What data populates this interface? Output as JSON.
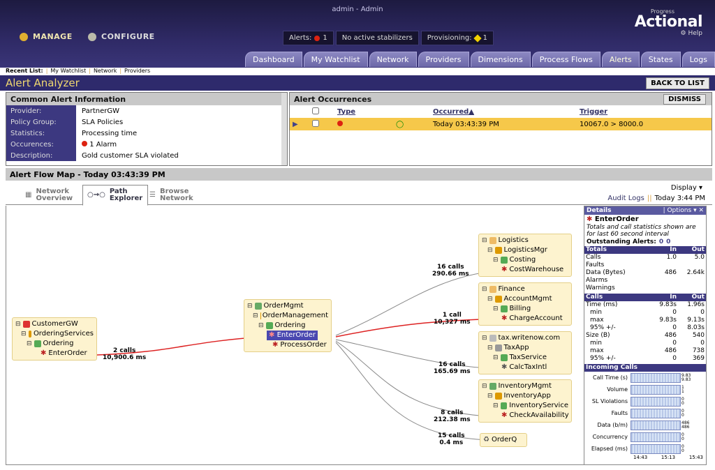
{
  "header": {
    "user": "admin - Admin",
    "manage": "MANAGE",
    "configure": "CONFIGURE",
    "alerts_label": "Alerts:",
    "alerts_count": "1",
    "stabilizers": "No active stabilizers",
    "provisioning_label": "Provisioning:",
    "provisioning_count": "1",
    "logo_small": "Progress",
    "logo": "Actional",
    "help": "Help"
  },
  "tabs": [
    "Dashboard",
    "My Watchlist",
    "Network",
    "Providers",
    "Dimensions",
    "Process Flows",
    "Alerts",
    "States",
    "Logs"
  ],
  "recent": {
    "label": "Recent List:",
    "items": [
      "My Watchlist",
      "Network",
      "Providers"
    ]
  },
  "page": {
    "title": "Alert Analyzer",
    "back": "BACK TO LIST"
  },
  "common": {
    "title": "Common Alert Information",
    "rows": [
      {
        "k": "Provider:",
        "v": "PartnerGW"
      },
      {
        "k": "Policy Group:",
        "v": "SLA Policies"
      },
      {
        "k": "Statistics:",
        "v": "Processing time"
      },
      {
        "k": "Occurences:",
        "v": "1 Alarm"
      },
      {
        "k": "Description:",
        "v": "Gold customer SLA violated"
      }
    ]
  },
  "occ": {
    "title": "Alert Occurrences",
    "dismiss": "DISMISS",
    "cols": [
      "Type",
      "Occurred",
      "Trigger"
    ],
    "row": {
      "occurred": "Today 03:43:39 PM",
      "trigger": "10067.0 > 8000.0"
    }
  },
  "flow": {
    "title": "Alert Flow Map - Today 03:43:39 PM",
    "views": [
      "Network Overview",
      "Path Explorer",
      "Browse Network"
    ],
    "display": "Display",
    "audit": "Audit Logs",
    "time": "Today 3:44 PM"
  },
  "nodes": {
    "cgw": [
      "CustomerGW",
      "OrderingServices",
      "Ordering",
      "EnterOrder"
    ],
    "om": [
      "OrderMgmt",
      "OrderManagement",
      "Ordering",
      "EnterOrder",
      "ProcessOrder"
    ],
    "log": [
      "Logistics",
      "LogisticsMgr",
      "Costing",
      "CostWarehouse"
    ],
    "fin": [
      "Finance",
      "AccountMgmt",
      "Billing",
      "ChargeAccount"
    ],
    "tax": [
      "tax.writenow.com",
      "TaxApp",
      "TaxService",
      "CalcTaxIntl"
    ],
    "inv": [
      "InventoryMgmt",
      "InventoryApp",
      "InventoryService",
      "CheckAvailability"
    ],
    "oq": [
      "OrderQ"
    ]
  },
  "edges": [
    {
      "c": "2 calls",
      "t": "10,900.6 ms"
    },
    {
      "c": "16 calls",
      "t": "290.66 ms"
    },
    {
      "c": "1 call",
      "t": "10,327 ms"
    },
    {
      "c": "16 calls",
      "t": "165.69 ms"
    },
    {
      "c": "8 calls",
      "t": "212.38 ms"
    },
    {
      "c": "15 calls",
      "t": "0.4 ms"
    }
  ],
  "details": {
    "title": "Details",
    "options": "Options",
    "name": "EnterOrder",
    "note": "Totals and call statistics shown are for last 60 second interval",
    "outstanding": "Outstanding Alerts:",
    "oa1": "0",
    "oa2": "0",
    "totals_hdr": [
      "Totals",
      "In",
      "Out"
    ],
    "totals": [
      [
        "Calls",
        "1.0",
        "5.0"
      ],
      [
        "Faults",
        "",
        ""
      ],
      [
        "Data (Bytes)",
        "486",
        "2.64k"
      ],
      [
        "Alarms",
        "",
        ""
      ],
      [
        "Warnings",
        "",
        ""
      ]
    ],
    "calls_hdr": [
      "Calls",
      "In",
      "Out"
    ],
    "calls": [
      [
        "Time (ms)",
        "9.83s",
        "1.96s"
      ],
      [
        "min",
        "0",
        "0"
      ],
      [
        "max",
        "9.83s",
        "9.13s"
      ],
      [
        "95% +/-",
        "0",
        "8.03s"
      ],
      [
        "Size (B)",
        "486",
        "540"
      ],
      [
        "min",
        "0",
        "0"
      ],
      [
        "max",
        "486",
        "738"
      ],
      [
        "95% +/-",
        "0",
        "369"
      ]
    ],
    "incoming": "Incoming Calls",
    "sparks": [
      [
        "Call Time (s)",
        "9.83",
        "9.83"
      ],
      [
        "Volume",
        "1",
        "1"
      ],
      [
        "SL Violations",
        "0",
        "0"
      ],
      [
        "Faults",
        "0",
        "0"
      ],
      [
        "Data (b/m)",
        "486",
        "486"
      ],
      [
        "Concurrency",
        "0",
        "0"
      ],
      [
        "Elapsed (ms)",
        "0",
        "0"
      ]
    ],
    "axis": [
      "14:43",
      "15:13",
      "15:43"
    ]
  }
}
